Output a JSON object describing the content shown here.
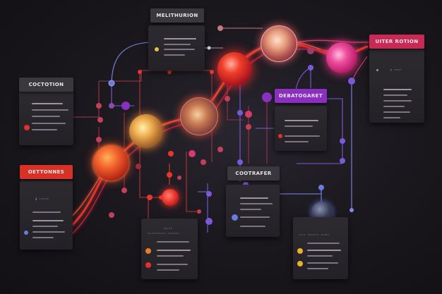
{
  "nodes": {
    "top_center": {
      "title": "MELITHURION",
      "sub": ""
    },
    "top_right": {
      "title": "UITER ROTION",
      "sub": "ꝉ ˢᵃᵃᵉᶠ"
    },
    "left_top": {
      "title": "COCTOTION",
      "sub": ""
    },
    "purple_mid": {
      "title": "DEBATOGARET",
      "sub": ""
    },
    "left_bottom": {
      "title": "OETTONNES",
      "sub": "ʎ ˢᵃᵘᵉᵃʰ"
    },
    "center_right": {
      "title": "COOTRAFER",
      "sub": ""
    },
    "bottom_center": {
      "title": "",
      "sub": "ᶦᵒᶜᵒᵗᵉᵃᵉᵉᵒᵗ ˢᵃᵃᵉᵃᵉᵒ"
    },
    "bottom_mini": {
      "title": "",
      "sub": "ᵇᵉᶜᶜᵉ"
    },
    "bottom_right": {
      "title": "",
      "sub": "ᶦᵒᶜᵒ ᵗᵉᵃᵉᵉᵒᵗ ᵃᵉᵃᵉᵒ"
    }
  },
  "colors": {
    "background": "#161418",
    "card": "#2a272c",
    "red_wire": "#e8362c",
    "pink_wire": "#d83a6b",
    "purple_wire": "#7a5ad8",
    "blue_wire": "#7a8ae8"
  }
}
